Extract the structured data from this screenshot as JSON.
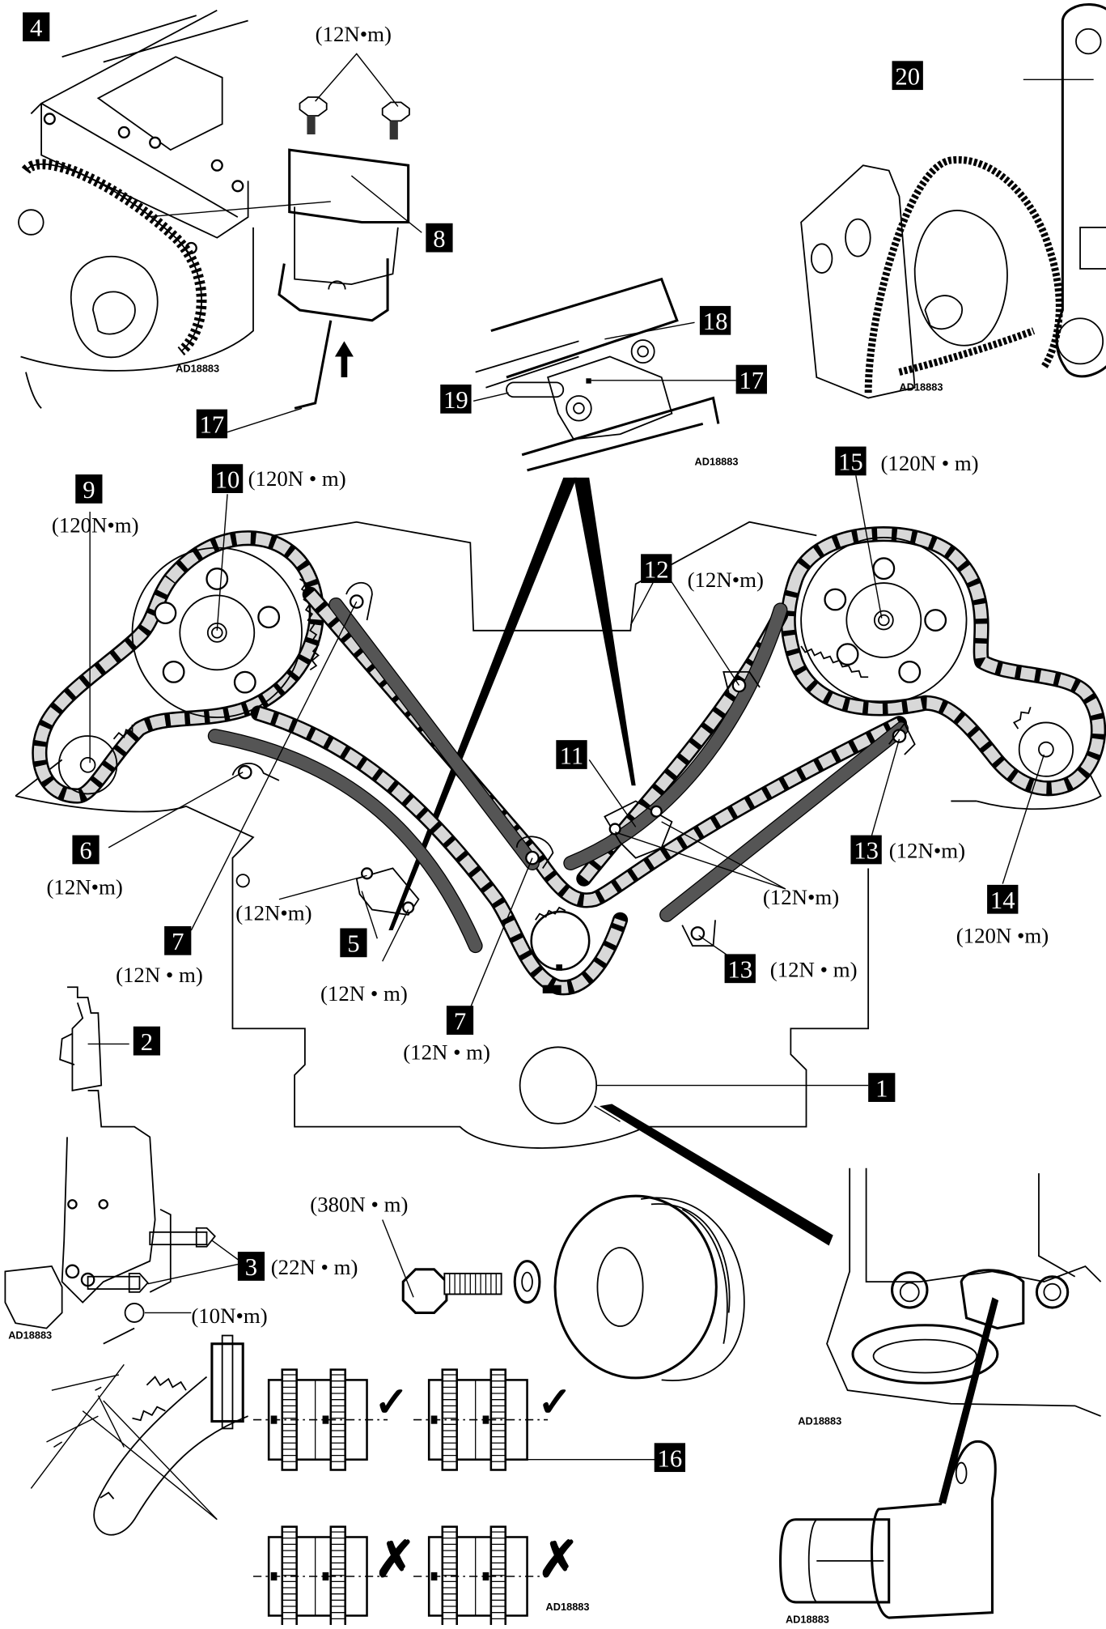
{
  "title": "Timing chain installation diagram (V-engine, exploded views)",
  "figure_codes": {
    "top_left": "AD18883",
    "top_right": "AD18883",
    "tensioner_detail": "AD18883",
    "oil_pump_detail": "AD18883",
    "sprocket_alignment": "AD18883",
    "crank_detail_top": "AD18883",
    "crank_detail_bottom": "AD18883"
  },
  "callouts": [
    {
      "id": "1",
      "label": "1",
      "torque": ""
    },
    {
      "id": "2",
      "label": "2",
      "torque": ""
    },
    {
      "id": "3",
      "label": "3",
      "torque": "(22N • m)"
    },
    {
      "id": "4",
      "label": "4",
      "torque": ""
    },
    {
      "id": "5",
      "label": "5",
      "torque": "(12N • m)"
    },
    {
      "id": "6",
      "label": "6",
      "torque": "(12N•m)"
    },
    {
      "id": "7a",
      "label": "7",
      "torque": "(12N • m)"
    },
    {
      "id": "7b",
      "label": "7",
      "torque": "(12N • m)"
    },
    {
      "id": "8",
      "label": "8",
      "torque": ""
    },
    {
      "id": "9",
      "label": "9",
      "torque": "(120N•m)"
    },
    {
      "id": "10",
      "label": "10",
      "torque": "(120N • m)"
    },
    {
      "id": "11",
      "label": "11",
      "torque": "(12N•m)"
    },
    {
      "id": "12",
      "label": "12",
      "torque": "(12N•m)"
    },
    {
      "id": "13a",
      "label": "13",
      "torque": "(12N•m)"
    },
    {
      "id": "13b",
      "label": "13",
      "torque": "(12N • m)"
    },
    {
      "id": "14",
      "label": "14",
      "torque": "(120N •m)"
    },
    {
      "id": "15",
      "label": "15",
      "torque": "(120N • m)"
    },
    {
      "id": "16",
      "label": "16",
      "torque": ""
    },
    {
      "id": "17a",
      "label": "17",
      "torque": ""
    },
    {
      "id": "17b",
      "label": "17",
      "torque": ""
    },
    {
      "id": "18",
      "label": "18",
      "torque": ""
    },
    {
      "id": "19",
      "label": "19",
      "torque": ""
    },
    {
      "id": "20",
      "label": "20",
      "torque": ""
    }
  ],
  "extra_torques": {
    "tensioner_bolts": "(12N•m)",
    "guide_bolt_left": "(12N•m)",
    "crank_bolt": "(380N • m)",
    "oil_pump_nut": "(10N•m)"
  },
  "alignment_marks": {
    "correct_symbol": "✓",
    "incorrect_symbol": "✗"
  }
}
